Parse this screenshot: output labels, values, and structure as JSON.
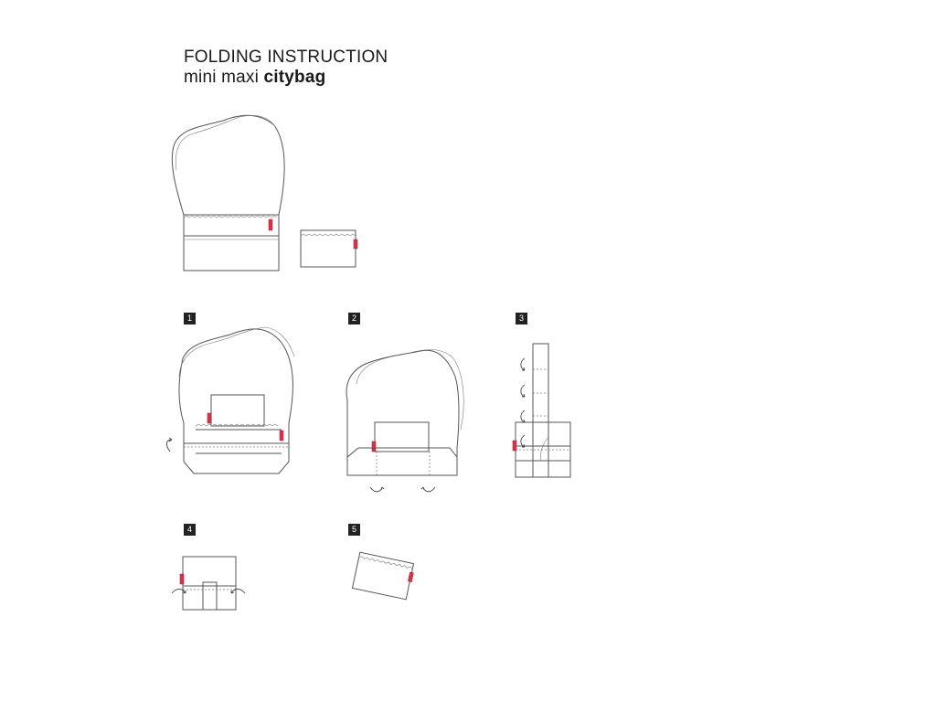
{
  "title": {
    "line1": "FOLDING INSTRUCTION",
    "line2_regular": "mini maxi ",
    "line2_bold": "citybag"
  },
  "steps": [
    {
      "label": "1"
    },
    {
      "label": "2"
    },
    {
      "label": "3"
    },
    {
      "label": "4"
    },
    {
      "label": "5"
    }
  ],
  "colors": {
    "tag": "#d9334a",
    "line": "#555555",
    "step_badge": "#222222"
  }
}
